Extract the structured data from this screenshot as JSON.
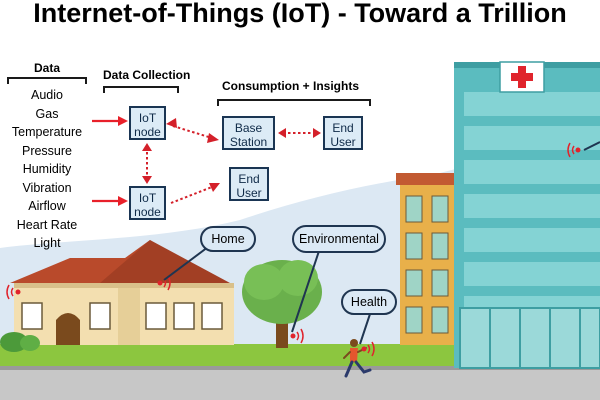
{
  "title": "Internet-of-Things (IoT) - Toward a Trillion",
  "headers": {
    "data": "Data",
    "collection": "Data Collection",
    "consumption": "Consumption + Insights"
  },
  "data_items": [
    "Audio",
    "Gas",
    "Temperature",
    "Pressure",
    "Humidity",
    "Vibration",
    "Airflow",
    "Heart Rate",
    "Light"
  ],
  "nodes": {
    "iot_node_1": [
      "IoT",
      "node"
    ],
    "iot_node_2": [
      "IoT",
      "node"
    ],
    "base_station": [
      "Base",
      "Station"
    ],
    "end_user_1": [
      "End",
      "User"
    ],
    "end_user_2": [
      "End",
      "User"
    ]
  },
  "callouts": {
    "home": "Home",
    "environmental": "Environmental",
    "health": "Health"
  },
  "colors": {
    "arrow_solid": "#e8202a",
    "arrow_dotted": "#d4202a",
    "node_fill": "#dcebf6",
    "node_border": "#1a3553",
    "sky": "#dce8f3",
    "grass": "#8cc63f",
    "road": "#c7c7c7",
    "roof": "#b94a2b",
    "house_wall": "#f3dfb0",
    "hospital_glass": "#6cc6c8",
    "cross": "#e0242c"
  }
}
